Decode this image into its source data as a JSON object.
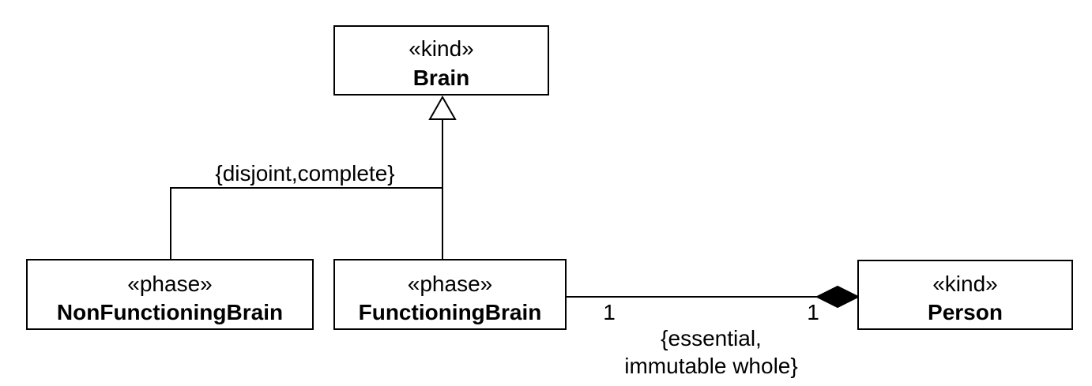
{
  "classes": {
    "brain": {
      "stereotype": "«kind»",
      "name": "Brain"
    },
    "non_functioning_brain": {
      "stereotype": "«phase»",
      "name": "NonFunctioningBrain"
    },
    "functioning_brain": {
      "stereotype": "«phase»",
      "name": "FunctioningBrain"
    },
    "person": {
      "stereotype": "«kind»",
      "name": "Person"
    }
  },
  "generalization_set": {
    "constraint": "{disjoint,complete}"
  },
  "composition": {
    "part_multiplicity": "1",
    "whole_multiplicity": "1",
    "constraint_line1": "{essential,",
    "constraint_line2": "immutable whole}"
  }
}
